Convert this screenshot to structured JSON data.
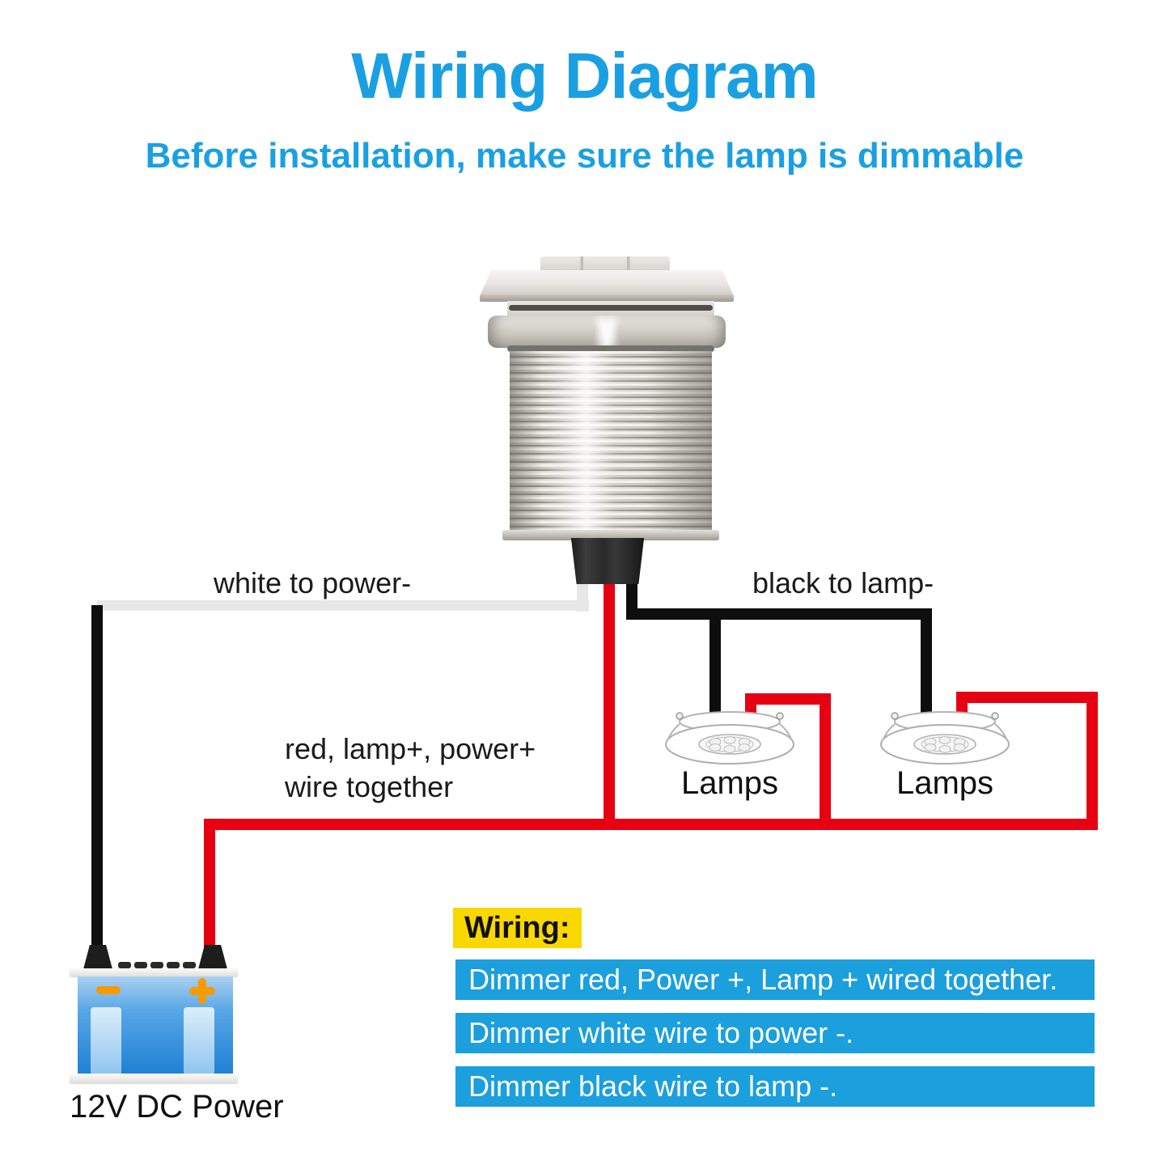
{
  "title": "Wiring Diagram",
  "subtitle": "Before installation, make sure the lamp is dimmable",
  "labels": {
    "white_wire": "white to power-",
    "black_wire": "black to lamp-",
    "red_wire_line1": "red, lamp+, power+",
    "red_wire_line2": "wire together",
    "lamp1": "Lamps",
    "lamp2": "Lamps",
    "battery": "12V DC Power"
  },
  "wiring_notes": {
    "heading": "Wiring:",
    "notes": [
      "Dimmer red, Power +, Lamp + wired together.",
      "Dimmer white wire to power -.",
      "Dimmer black wire to lamp -."
    ]
  },
  "colors": {
    "heading_blue": "#1aa0e2",
    "note_bar_blue": "#1b9fdd",
    "highlight_yellow": "#f8d800",
    "wire_red": "#e60012",
    "wire_black": "#0e0e0e",
    "wire_white": "#e7e7e7",
    "label_black": "#1a1a1a",
    "battery_blue_top": "#a9d0f0",
    "battery_blue_deep": "#1e80d4",
    "terminal_orange": "#f59b00"
  }
}
